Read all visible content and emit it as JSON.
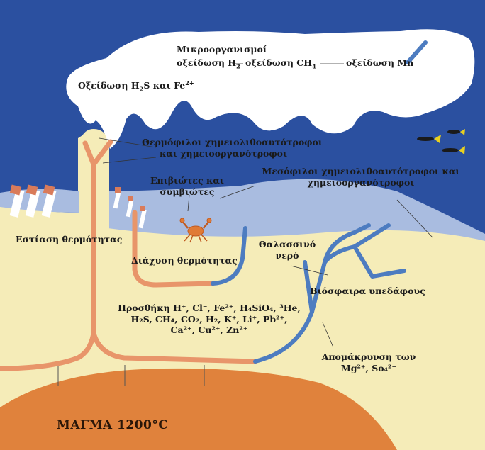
{
  "labels": {
    "microorganisms": "Μικροοργανισμοί",
    "h2_oxidation_pre": "οξείδωση H",
    "h2_oxidation_sub": "2",
    "ch4_oxidation_pre": "οξείδωση CH",
    "ch4_oxidation_sub": "4",
    "mn_oxidation": "οξείδωση Mn",
    "h2s_fe_pre": "Οξείδωση H",
    "h2s_fe_sub": "2",
    "h2s_fe_mid": "S και Fe",
    "h2s_fe_sup": "2+",
    "thermophiles_line1": "Θερμόφιλοι χημειολιθοαυτότροφοι",
    "thermophiles_line2": "και χημειοοργανότροφοι",
    "epibionts_line1": "Επιβιώτες και",
    "epibionts_line2": "συμβιώτες",
    "mesophiles_line1": "Μεσόφιλοι χημειολιθοαυτότροφοι και",
    "mesophiles_line2": "χημειοοργανότροφοι",
    "heat_focus": "Εστίαση θερμότητας",
    "seawater_line1": "Θαλασσινό",
    "seawater_line2": "νερό",
    "heat_diffusion": "Διάχυση θερμότητας",
    "subsurface_biosphere": "Βιόσφαιρα υπεδάφους",
    "addition_line1": "Προσθήκη H⁺, Cl⁻, Fe²⁺, H₄SiO₄, ³He,",
    "addition_line2": "H₂S, CH₄, CO₂, H₂, K⁺, Li⁺, Pb²⁺,",
    "addition_line3": "Ca²⁺, Cu²⁺, Zn²⁺",
    "removal_line1": "Απομάκρυνση των",
    "removal_line2": "Mg²⁺, So₄²⁻",
    "magma": "ΜΑΓΜΑ 1200°C"
  },
  "icons": [
    "crab-icon",
    "fish-icon",
    "tubeworm-icon",
    "microbial-mat-icon"
  ],
  "colors": {
    "ocean": "#2b50a0",
    "shallow_water": "#a9bce0",
    "sediment": "#f5ecb8",
    "magma": "#e0823c",
    "hot_fluid": "#e8956a",
    "cold_fluid": "#4d7cc0",
    "microbial_mat": "#ffffff",
    "tube": "#ffffff",
    "tube_cap": "#d97b5a"
  }
}
